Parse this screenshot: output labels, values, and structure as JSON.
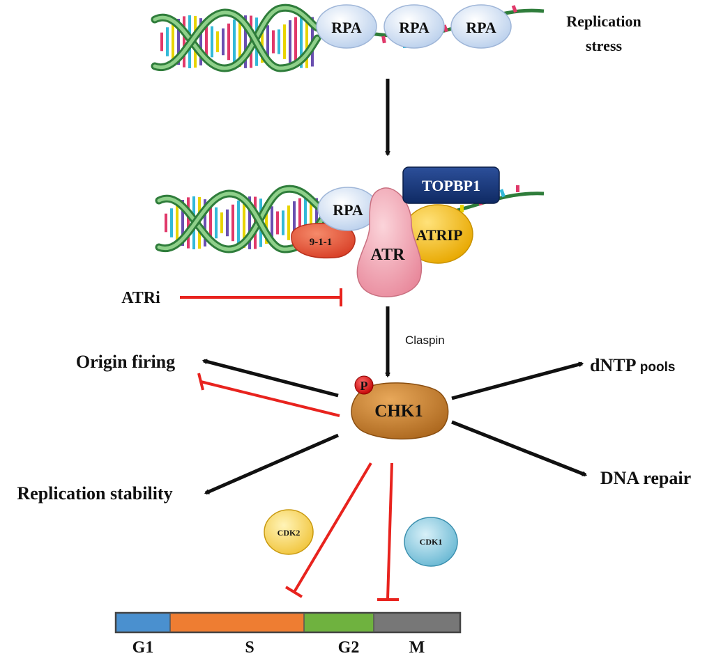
{
  "top": {
    "rpa_labels": [
      "RPA",
      "RPA",
      "RPA"
    ],
    "stress_line1": "Replication",
    "stress_line2": "stress"
  },
  "complex": {
    "rpa": "RPA",
    "topbp1": "TOPBP1",
    "atrip": "ATRIP",
    "atr": "ATR",
    "nine11": "9-1-1"
  },
  "inhibitor": "ATRi",
  "mediator": "Claspin",
  "chk1": {
    "label": "CHK1",
    "phospho": "P"
  },
  "outputs": {
    "origin_firing": "Origin firing",
    "dntp_main": "dNTP",
    "dntp_sub": " pools",
    "replication_stability": "Replication stability",
    "dna_repair": "DNA repair"
  },
  "kinases": {
    "cdk2": "CDK2",
    "cdk1": "CDK1"
  },
  "cell_cycle": [
    {
      "phase": "G1",
      "color": "#4a90cf"
    },
    {
      "phase": "S",
      "color": "#ee7d32"
    },
    {
      "phase": "G2",
      "color": "#6fb23f"
    },
    {
      "phase": "M",
      "color": "#777777"
    }
  ],
  "colors": {
    "activation": "#111111",
    "inhibition": "#e8231e",
    "dna_backbone": "#3a8f45",
    "topbp1": "#1f3b7a",
    "atr": "#f2a0ab",
    "atrip": "#f2b800",
    "nine11": "#e8553a",
    "chk1": "#c67f2a",
    "rpa": "#c9dcf2"
  }
}
